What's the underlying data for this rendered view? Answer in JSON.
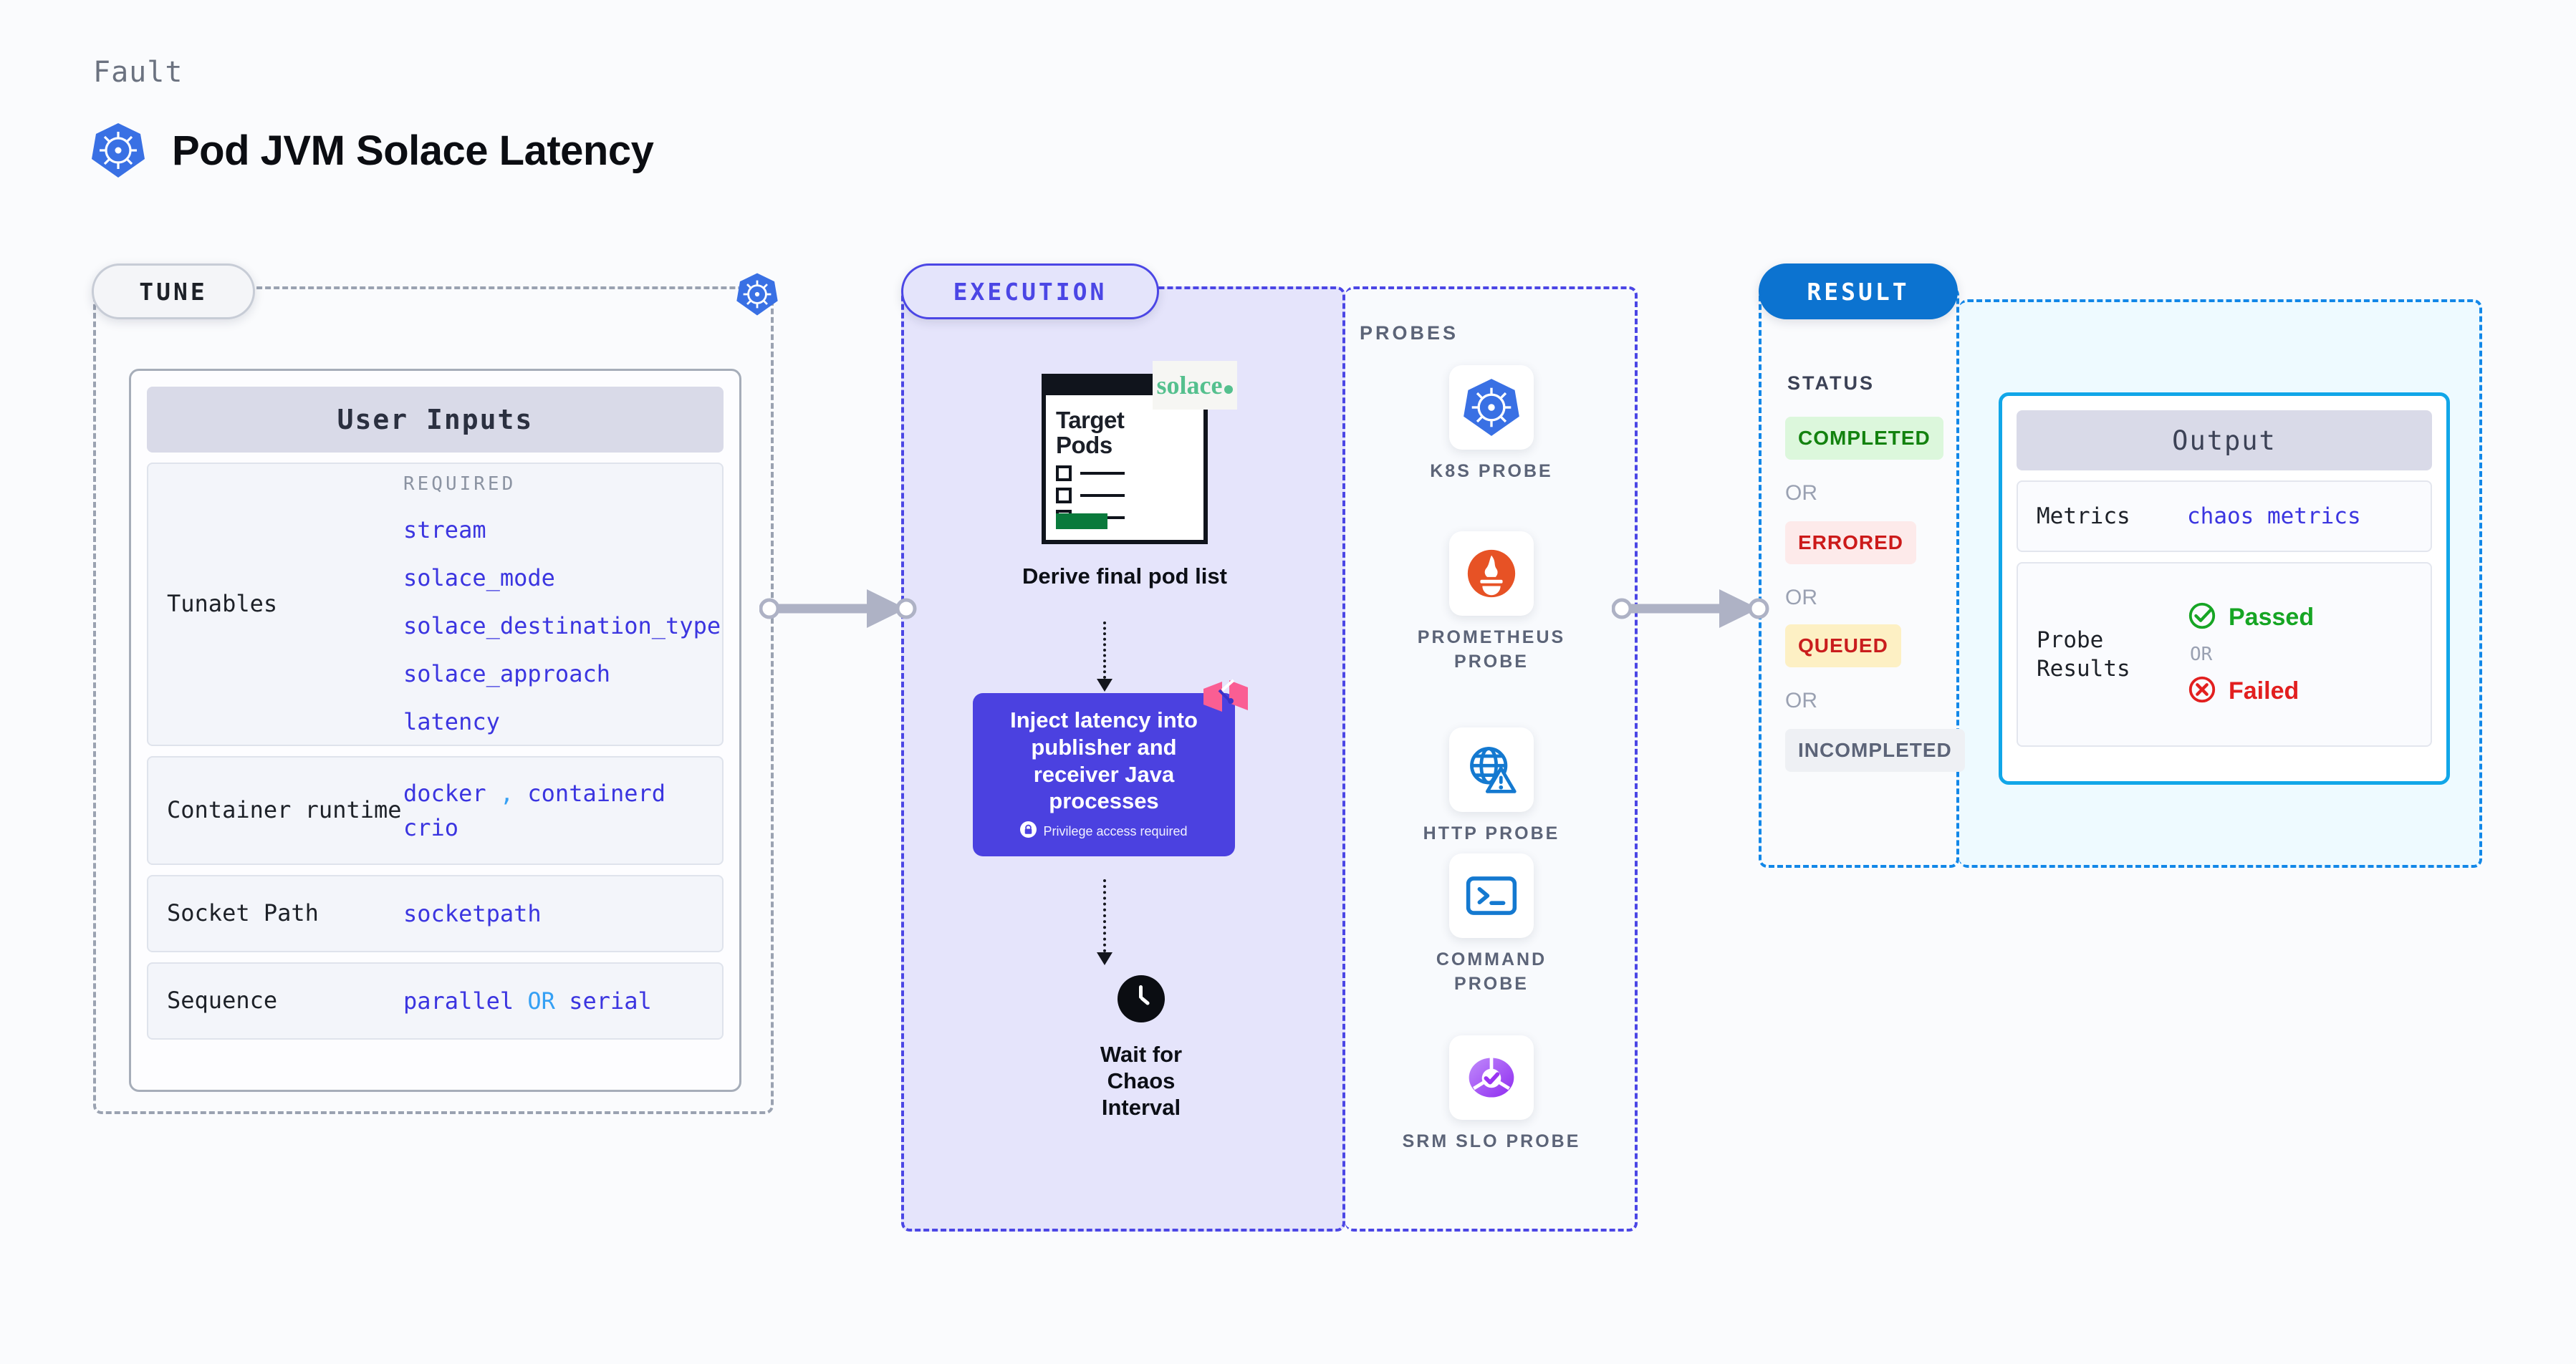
{
  "header": {
    "kicker": "Fault",
    "title": "Pod JVM Solace Latency",
    "icon": "kubernetes-icon"
  },
  "sections": {
    "tune": {
      "pill_label": "TUNE",
      "badge_icon": "kubernetes-icon"
    },
    "execution": {
      "pill_label": "EXECUTION"
    },
    "result": {
      "pill_label": "RESULT"
    }
  },
  "user_inputs": {
    "card_title": "User Inputs",
    "rows": [
      {
        "key": "Tunables",
        "group_label": "REQUIRED",
        "items": [
          "stream",
          "solace_mode",
          "solace_destination_type",
          "solace_approach",
          "latency"
        ]
      },
      {
        "key": "Container runtime",
        "values_line1": [
          "docker",
          ",",
          "containerd"
        ],
        "values_line2": [
          "crio"
        ]
      },
      {
        "key": "Socket Path",
        "value": "socketpath"
      },
      {
        "key": "Sequence",
        "value_a": "parallel",
        "joiner": "OR",
        "value_b": "serial"
      }
    ]
  },
  "execution": {
    "step1": {
      "doc_title_line1": "Target",
      "doc_title_line2": "Pods",
      "brand_logo": "solace",
      "caption": "Derive final pod list"
    },
    "step2": {
      "text": "Inject latency into publisher and receiver Java processes",
      "privilege_note": "Privilege access required",
      "lock_icon": "lock-icon",
      "ribbon_icon": "ribbon-icon",
      "color": "#4b41e0"
    },
    "step3": {
      "caption_line1": "Wait for Chaos",
      "caption_line2": "Interval",
      "icon": "clock-icon"
    }
  },
  "probes": {
    "title": "PROBES",
    "items": [
      {
        "label": "K8S PROBE",
        "icon": "kubernetes-icon"
      },
      {
        "label": "PROMETHEUS PROBE",
        "icon": "prometheus-icon"
      },
      {
        "label": "HTTP PROBE",
        "icon": "globe-warning-icon"
      },
      {
        "label": "COMMAND PROBE",
        "icon": "terminal-icon"
      },
      {
        "label": "SRM SLO PROBE",
        "icon": "srm-slo-icon"
      }
    ]
  },
  "result": {
    "status_title": "STATUS",
    "or_label": "OR",
    "badges": [
      {
        "label": "COMPLETED",
        "bg": "#dcf7dc",
        "fg": "#13820f"
      },
      {
        "label": "ERRORED",
        "bg": "#fdeaea",
        "fg": "#cc1a1a"
      },
      {
        "label": "QUEUED",
        "bg": "#fdf0c4",
        "fg": "#c91d1d"
      },
      {
        "label": "INCOMPLETED",
        "bg": "#eef0f4",
        "fg": "#5c6478"
      }
    ]
  },
  "output": {
    "card_title": "Output",
    "metrics_key": "Metrics",
    "metrics_value": "chaos metrics",
    "probe_key": "Probe Results",
    "passed_label": "Passed",
    "failed_label": "Failed",
    "or_label": "OR",
    "passed_icon": "check-circle-icon",
    "failed_icon": "x-circle-icon"
  },
  "colors": {
    "accent_purple": "#4b41e0",
    "accent_blue": "#0c73d0",
    "accent_cyan": "#11a6e8",
    "mono_blue": "#3b35e0",
    "k8s_blue": "#3970e4"
  }
}
